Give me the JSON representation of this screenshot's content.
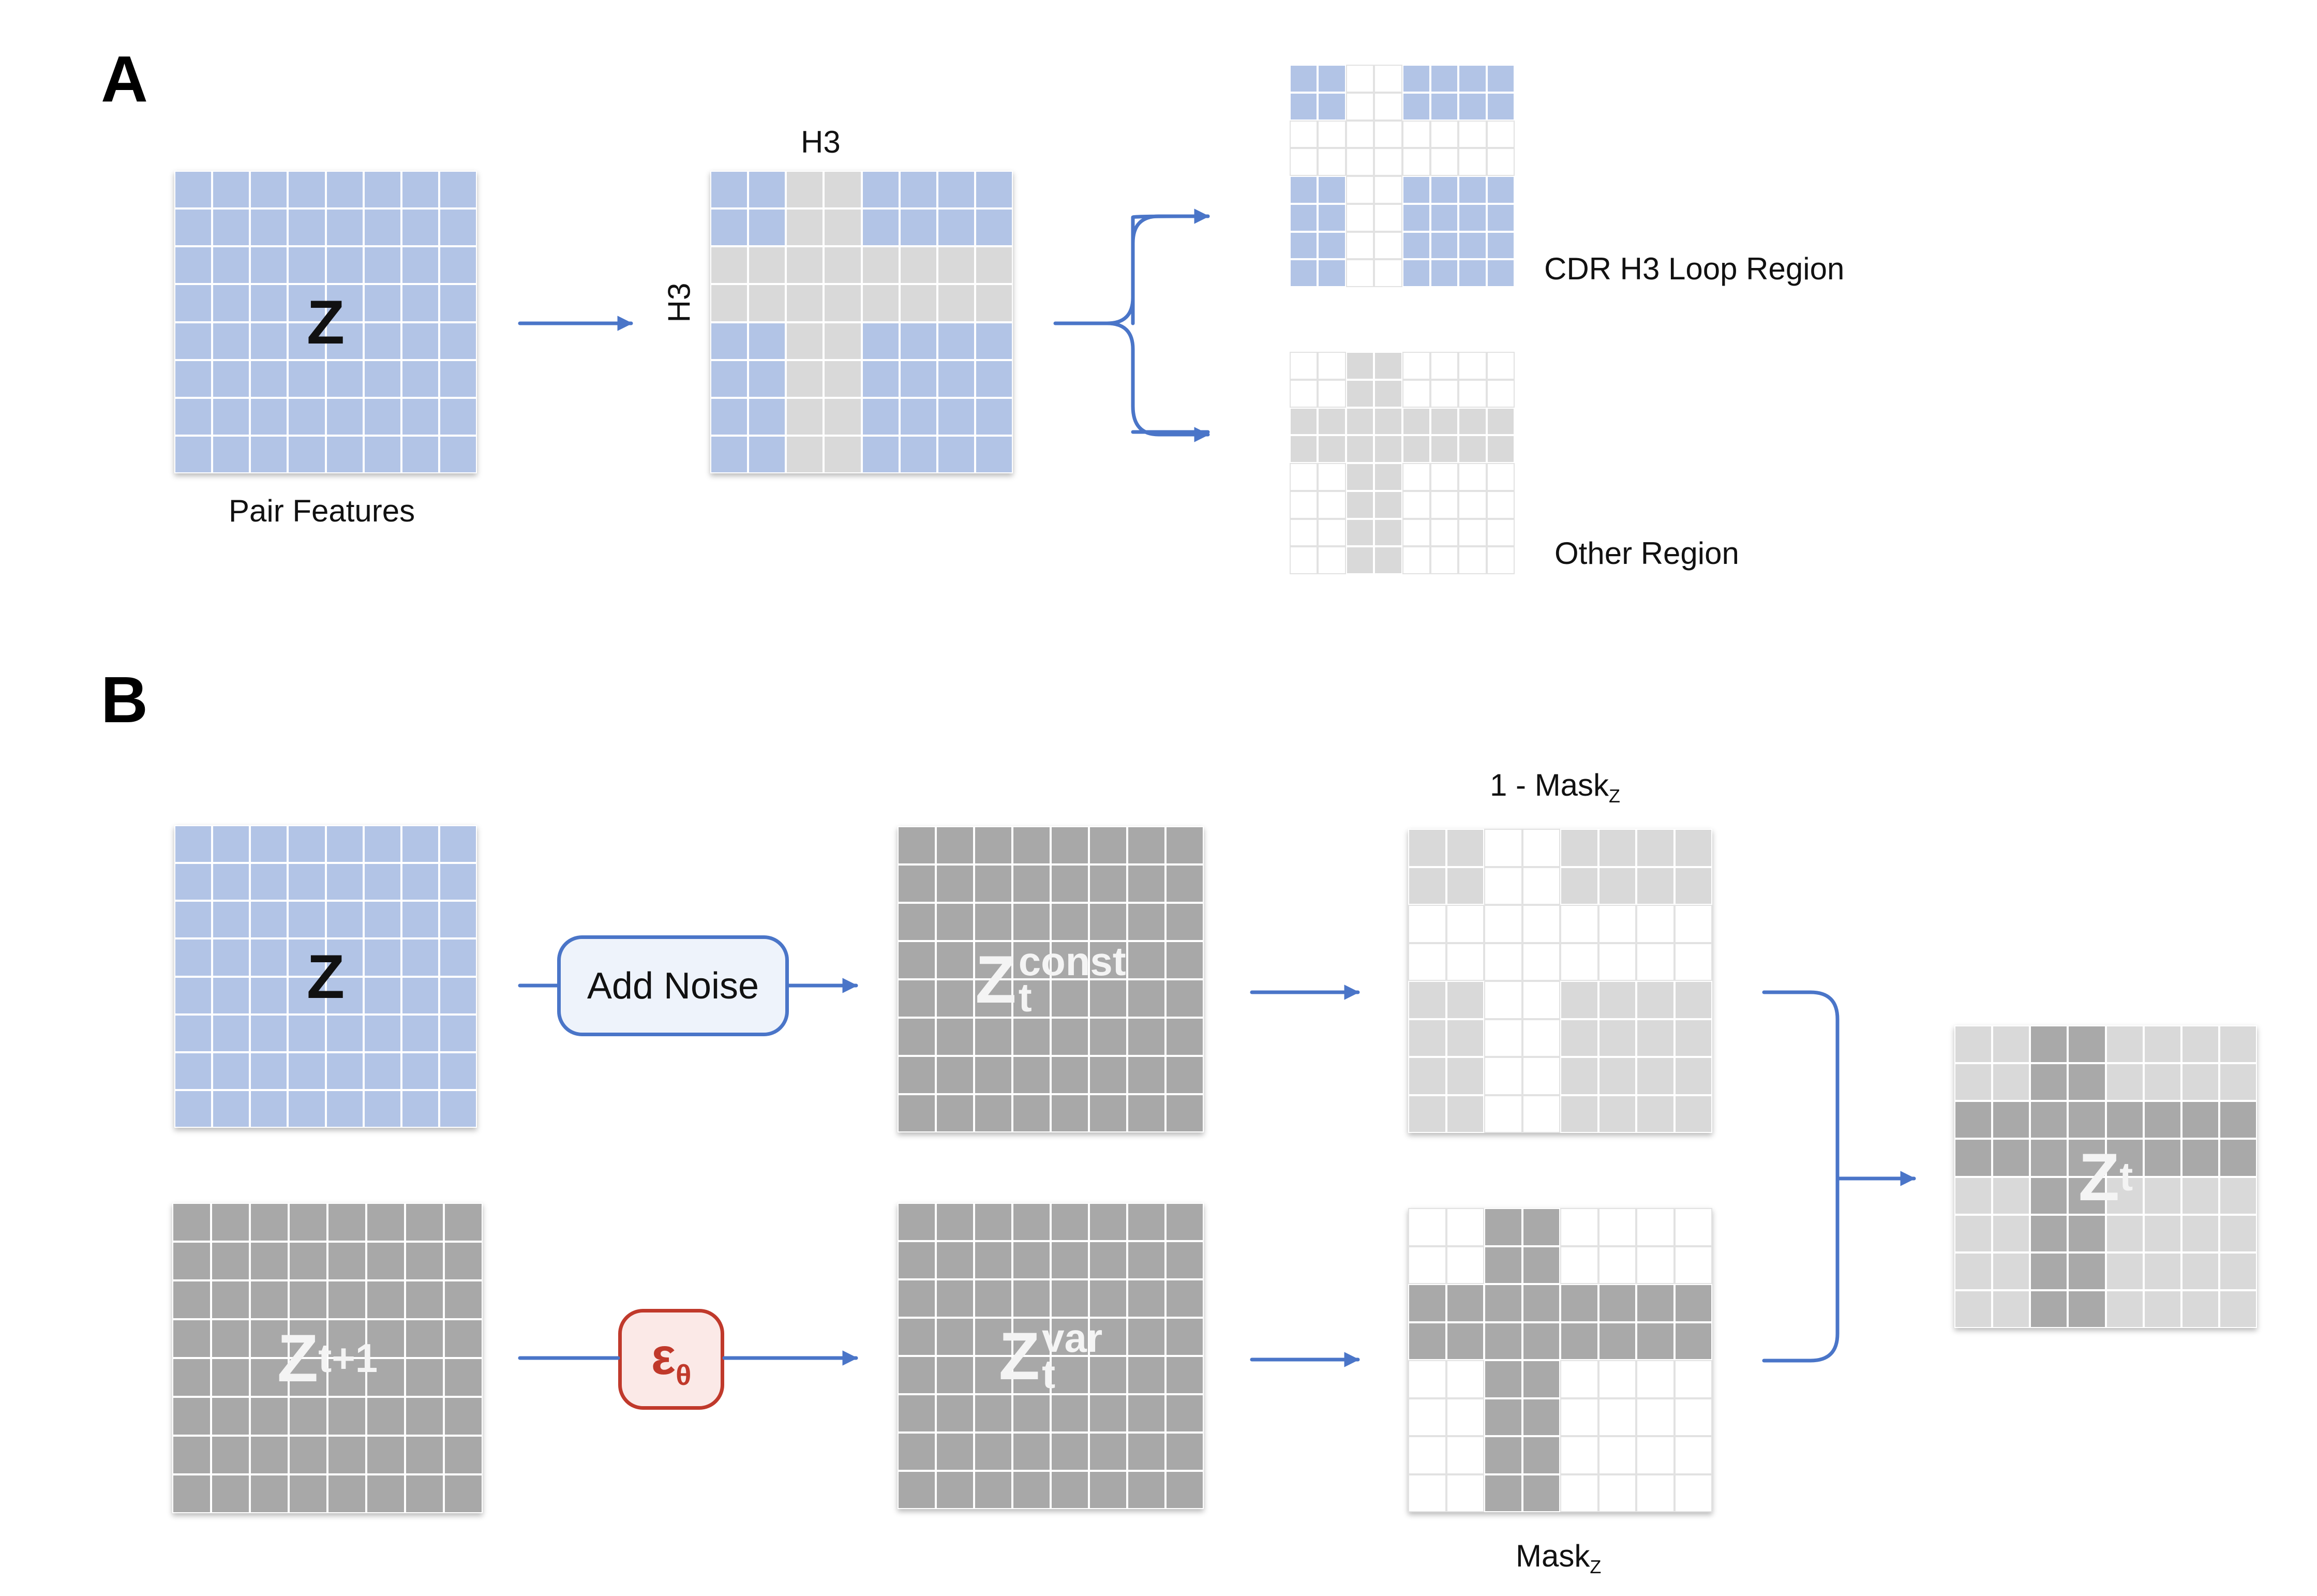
{
  "panels": {
    "a": "A",
    "b": "B"
  },
  "panel_a": {
    "pair_matrix": {
      "symbol": "Z",
      "caption": "Pair Features"
    },
    "h3_matrix": {
      "col_label": "H3",
      "row_label": "H3"
    },
    "cdr_h3_region": {
      "caption": "CDR H3 Loop Region"
    },
    "other_region": {
      "caption": "Other Region"
    }
  },
  "panel_b": {
    "z_matrix": {
      "symbol": "Z"
    },
    "z_next": {
      "base": "Z",
      "sub": "t+1"
    },
    "add_noise": {
      "label": "Add Noise"
    },
    "epsilon": {
      "base": "ε",
      "sub": "θ"
    },
    "z_const": {
      "base": "Z",
      "sub": "t",
      "sup": "const"
    },
    "z_var": {
      "base": "Z",
      "sub": "t",
      "sup": "var"
    },
    "inverse_mask": {
      "prefix": "1 - Mask",
      "sub": "Z"
    },
    "mask": {
      "prefix": "Mask",
      "sub": "Z"
    },
    "z_t": {
      "base": "Z",
      "sub": "t"
    }
  },
  "colors": {
    "blue_cell": "#b2c4e6",
    "gray_cell": "#d9d9d9",
    "noise_gray": "#a8a8a8",
    "light_gray": "#d9d9d9",
    "mask_gray": "#a9a9a9",
    "arrow": "#4a75c8",
    "epsilon_red": "#c0392b",
    "add_noise_border": "#4a75c8"
  }
}
